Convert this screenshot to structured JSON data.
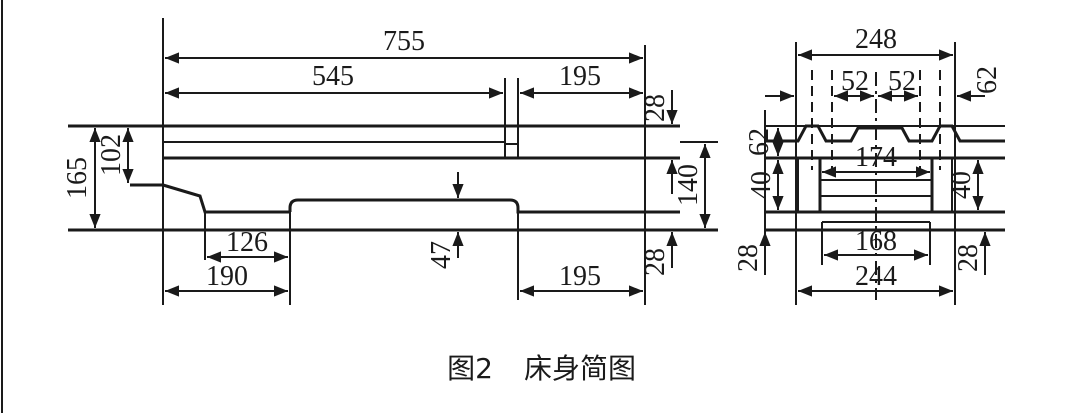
{
  "caption": {
    "figure_no": "图2",
    "title": "床身简图"
  },
  "side_view": {
    "dims": {
      "total_length": "755",
      "upper_left": "545",
      "upper_right": "195",
      "step_top": "28",
      "left_height_outer": "165",
      "left_height_inner": "102",
      "right_height": "140",
      "left_recess_inner": "126",
      "left_recess_outer": "190",
      "center_depth": "47",
      "bottom_step": "28",
      "bottom_right": "195"
    }
  },
  "cross_section": {
    "dims": {
      "top_width": "248",
      "rail_left": "52",
      "rail_right": "52",
      "rail_edge": "62",
      "rail_height": "62",
      "inner_width": "174",
      "left_wall": "40",
      "right_wall": "40",
      "base_inner": "168",
      "bottom_left": "28",
      "bottom_right": "28",
      "bottom_width": "244"
    }
  }
}
